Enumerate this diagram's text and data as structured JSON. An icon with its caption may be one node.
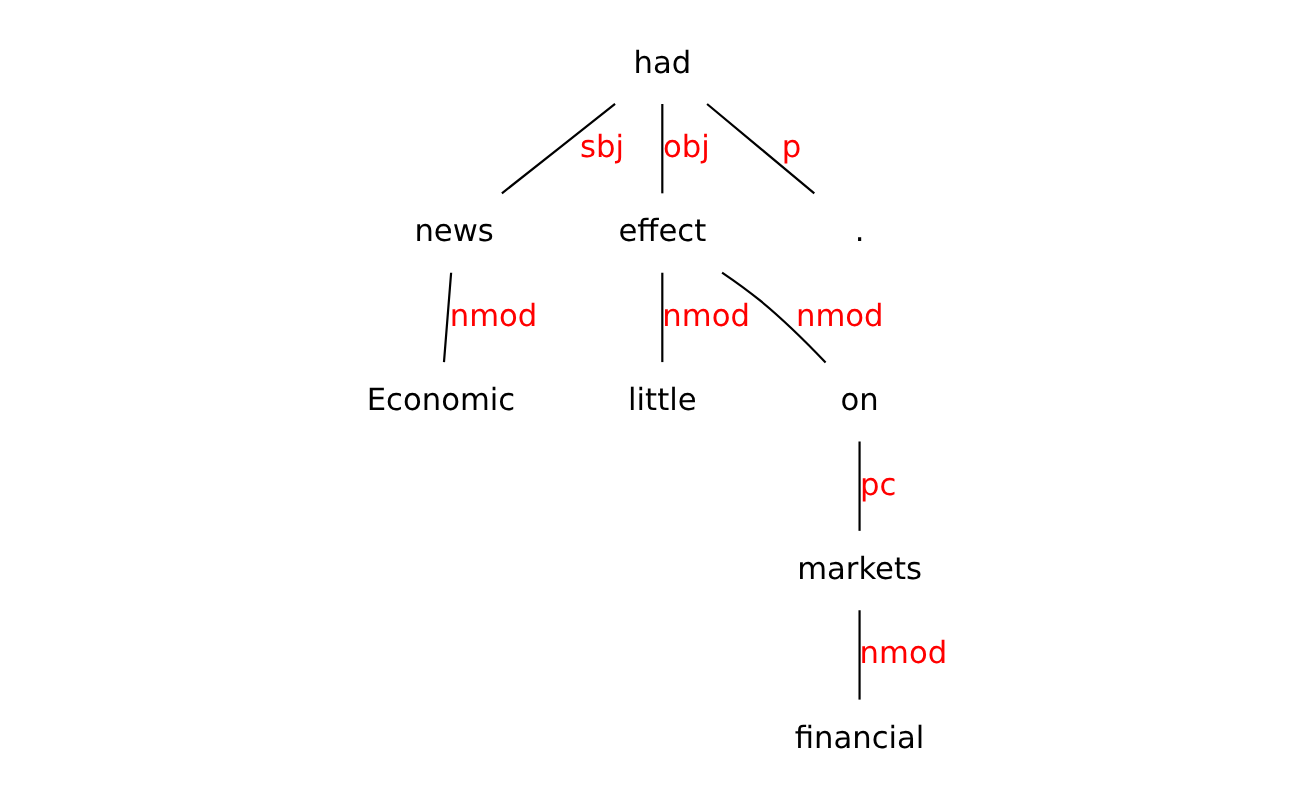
{
  "diagram": {
    "nodes": [
      {
        "text": [
          "had"
        ]
      },
      {
        "text": [
          "news"
        ]
      },
      {
        "text": [
          "effect"
        ]
      },
      {
        "text": [
          "."
        ]
      },
      {
        "text": [
          "Economic"
        ]
      },
      {
        "text": [
          "little"
        ]
      },
      {
        "text": [
          "on"
        ]
      },
      {
        "text": [
          "markets"
        ]
      },
      {
        "text": [
          "financial"
        ]
      }
    ],
    "edges": [
      {
        "from": 0,
        "to": 1,
        "arrow": "none",
        "label": "sbj"
      },
      {
        "from": 0,
        "to": 2,
        "arrow": "none",
        "label": "obj"
      },
      {
        "from": 0,
        "to": 3,
        "arrow": "none",
        "label": "p"
      },
      {
        "from": 1,
        "to": 4,
        "arrow": "none",
        "label": "nmod"
      },
      {
        "from": 2,
        "to": 5,
        "arrow": "none",
        "label": "nmod"
      },
      {
        "from": 2,
        "to": 6,
        "arrow": "none",
        "label": "nmod"
      },
      {
        "from": 6,
        "to": 7,
        "arrow": "none",
        "label": "pc"
      },
      {
        "from": 7,
        "to": 8,
        "arrow": "none",
        "label": "nmod"
      }
    ]
  }
}
